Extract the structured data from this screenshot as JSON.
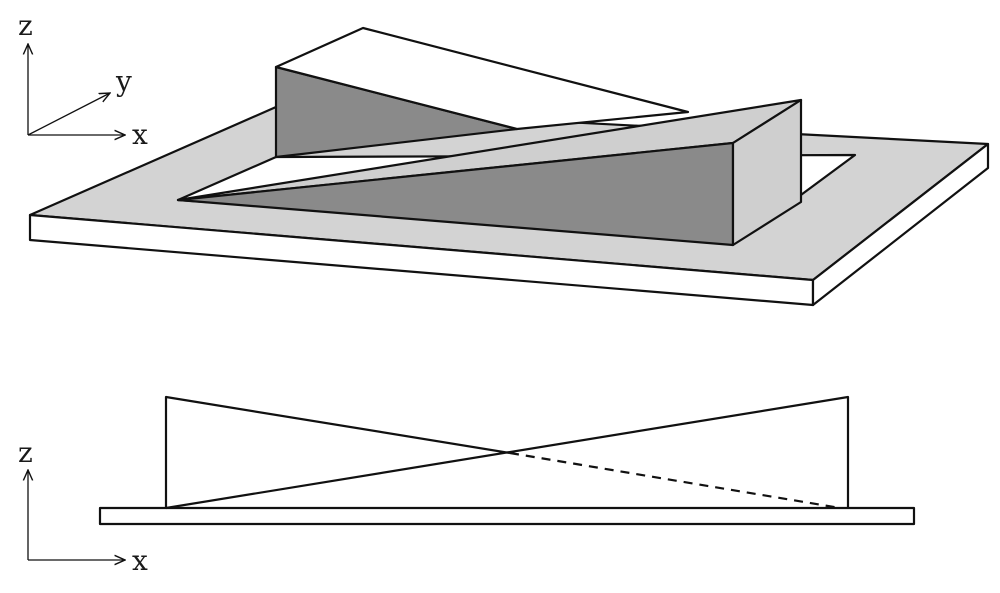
{
  "axes_top": {
    "z_label": "z",
    "y_label": "y",
    "x_label": "x"
  },
  "axes_bottom": {
    "z_label": "z",
    "x_label": "x"
  },
  "colors": {
    "plate_top": "#d3d3d3",
    "plate_side": "#ffffff",
    "wedge_dark": "#8a8a8a",
    "wedge_light": "#cfcfcf",
    "wedge_top": "#ffffff",
    "outline": "#111111"
  }
}
